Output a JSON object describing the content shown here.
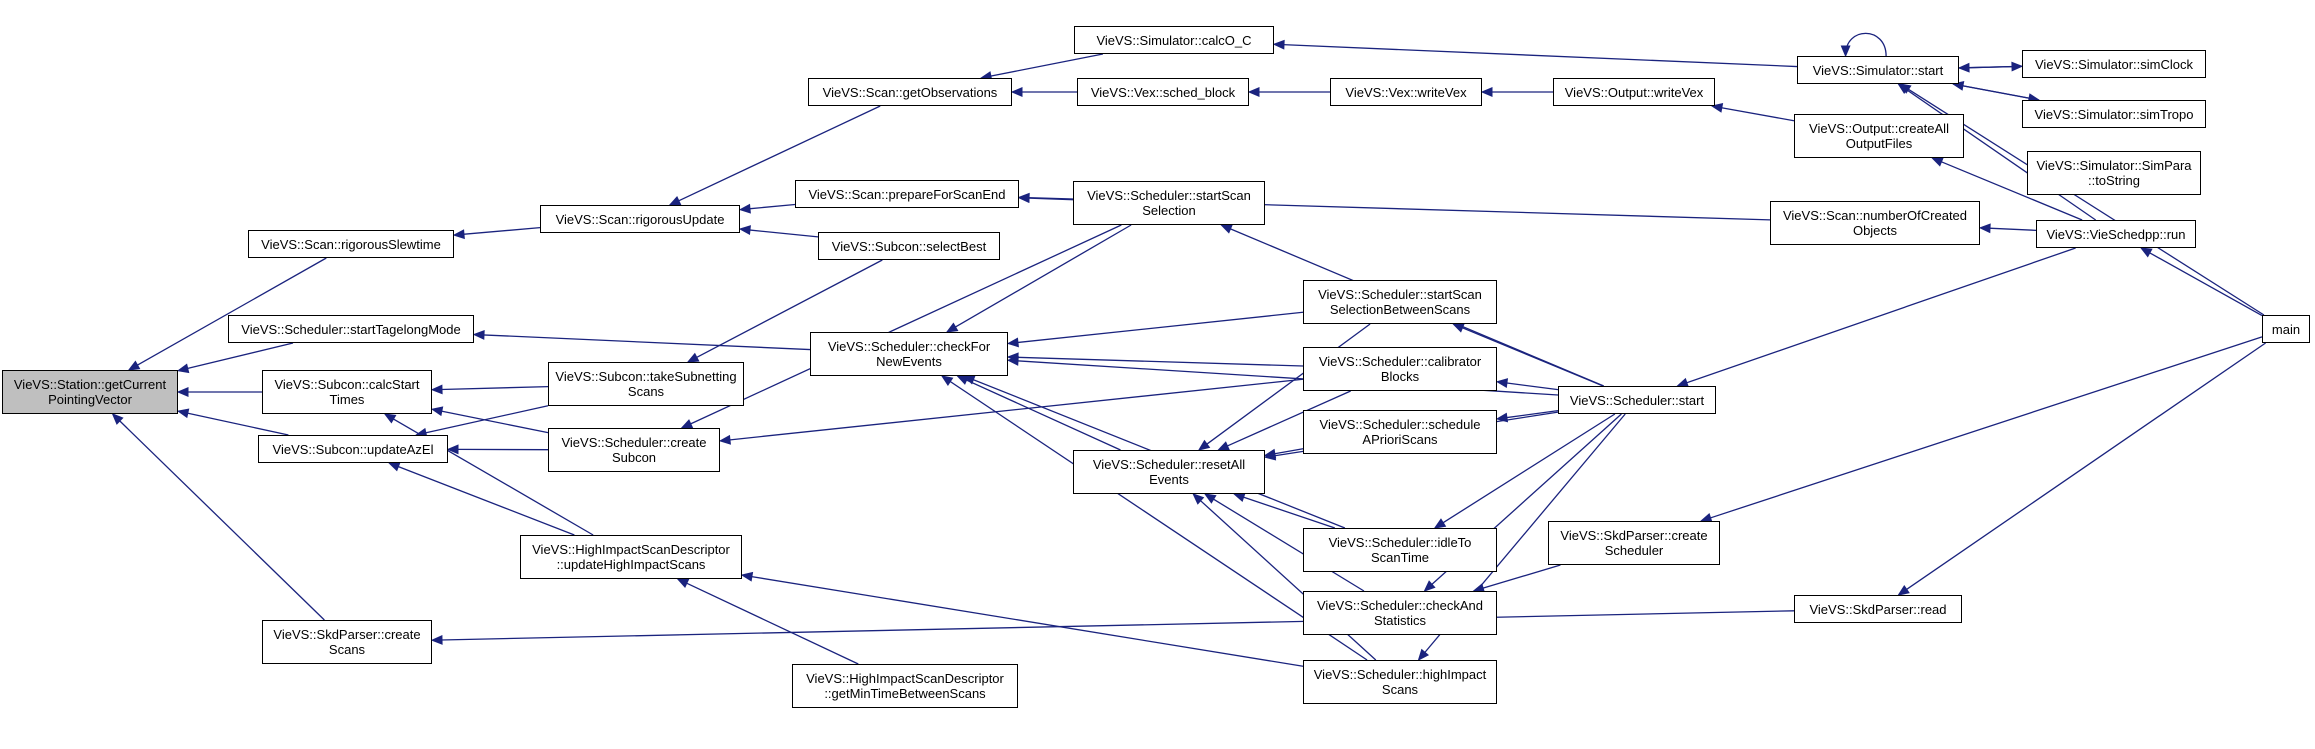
{
  "graph": {
    "edge_color": "#1a237e",
    "root_fill": "#bfbfbf",
    "nodes": [
      {
        "id": "root",
        "label": "VieVS::Station::getCurrent\nPointingVector",
        "root": true
      },
      {
        "id": "rigorousSlewtime",
        "label": "VieVS::Scan::rigorousSlewtime"
      },
      {
        "id": "startTagelong",
        "label": "VieVS::Scheduler::startTagelongMode"
      },
      {
        "id": "calcStartTimes",
        "label": "VieVS::Subcon::calcStart\nTimes"
      },
      {
        "id": "updateAzEl",
        "label": "VieVS::Subcon::updateAzEl"
      },
      {
        "id": "skdCreateScans",
        "label": "VieVS::SkdParser::create\nScans"
      },
      {
        "id": "rigorousUpdate",
        "label": "VieVS::Scan::rigorousUpdate"
      },
      {
        "id": "takeSubnetting",
        "label": "VieVS::Subcon::takeSubnetting\nScans"
      },
      {
        "id": "createSubcon",
        "label": "VieVS::Scheduler::create\nSubcon"
      },
      {
        "id": "updateHighImpact",
        "label": "VieVS::HighImpactScanDescriptor\n::updateHighImpactScans"
      },
      {
        "id": "getObservations",
        "label": "VieVS::Scan::getObservations"
      },
      {
        "id": "prepareForScanEnd",
        "label": "VieVS::Scan::prepareForScanEnd"
      },
      {
        "id": "selectBest",
        "label": "VieVS::Subcon::selectBest"
      },
      {
        "id": "checkForNewEvents",
        "label": "VieVS::Scheduler::checkFor\nNewEvents"
      },
      {
        "id": "resetAllEvents",
        "label": "VieVS::Scheduler::resetAll\nEvents"
      },
      {
        "id": "getMinTime",
        "label": "VieVS::HighImpactScanDescriptor\n::getMinTimeBetweenScans"
      },
      {
        "id": "calcO_C",
        "label": "VieVS::Simulator::calcO_C"
      },
      {
        "id": "schedBlock",
        "label": "VieVS::Vex::sched_block"
      },
      {
        "id": "startScanSelection",
        "label": "VieVS::Scheduler::startScan\nSelection"
      },
      {
        "id": "startScanBetween",
        "label": "VieVS::Scheduler::startScan\nSelectionBetweenScans"
      },
      {
        "id": "calibratorBlocks",
        "label": "VieVS::Scheduler::calibrator\nBlocks"
      },
      {
        "id": "scheduleApriori",
        "label": "VieVS::Scheduler::schedule\nAPrioriScans"
      },
      {
        "id": "idleTo",
        "label": "VieVS::Scheduler::idleTo\nScanTime"
      },
      {
        "id": "checkAndStatistics",
        "label": "VieVS::Scheduler::checkAnd\nStatistics"
      },
      {
        "id": "highImpactScans",
        "label": "VieVS::Scheduler::highImpact\nScans"
      },
      {
        "id": "writeVex",
        "label": "VieVS::Vex::writeVex"
      },
      {
        "id": "outputWriteVex",
        "label": "VieVS::Output::writeVex"
      },
      {
        "id": "schedulerStart",
        "label": "VieVS::Scheduler::start"
      },
      {
        "id": "skdCreateScheduler",
        "label": "VieVS::SkdParser::create\nScheduler"
      },
      {
        "id": "skdRead",
        "label": "VieVS::SkdParser::read"
      },
      {
        "id": "simulatorStart",
        "label": "VieVS::Simulator::start"
      },
      {
        "id": "createAllOutputFiles",
        "label": "VieVS::Output::createAll\nOutputFiles"
      },
      {
        "id": "numberOfCreated",
        "label": "VieVS::Scan::numberOfCreated\nObjects"
      },
      {
        "id": "simClock",
        "label": "VieVS::Simulator::simClock"
      },
      {
        "id": "simTropo",
        "label": "VieVS::Simulator::simTropo"
      },
      {
        "id": "simParaToString",
        "label": "VieVS::Simulator::SimPara\n::toString"
      },
      {
        "id": "vieSchedppRun",
        "label": "VieVS::VieSchedpp::run"
      },
      {
        "id": "main",
        "label": "main"
      }
    ],
    "edges": [
      [
        "rigorousSlewtime",
        "root"
      ],
      [
        "startTagelong",
        "root"
      ],
      [
        "calcStartTimes",
        "root"
      ],
      [
        "updateAzEl",
        "root"
      ],
      [
        "skdCreateScans",
        "root"
      ],
      [
        "rigorousUpdate",
        "rigorousSlewtime"
      ],
      [
        "checkForNewEvents",
        "startTagelong"
      ],
      [
        "takeSubnetting",
        "calcStartTimes"
      ],
      [
        "createSubcon",
        "calcStartTimes"
      ],
      [
        "updateHighImpact",
        "calcStartTimes"
      ],
      [
        "takeSubnetting",
        "updateAzEl"
      ],
      [
        "createSubcon",
        "updateAzEl"
      ],
      [
        "updateHighImpact",
        "updateAzEl"
      ],
      [
        "skdRead",
        "skdCreateScans"
      ],
      [
        "getObservations",
        "rigorousUpdate"
      ],
      [
        "prepareForScanEnd",
        "rigorousUpdate"
      ],
      [
        "selectBest",
        "rigorousUpdate"
      ],
      [
        "selectBest",
        "takeSubnetting"
      ],
      [
        "startScanSelection",
        "createSubcon"
      ],
      [
        "calibratorBlocks",
        "createSubcon"
      ],
      [
        "getMinTime",
        "updateHighImpact"
      ],
      [
        "highImpactScans",
        "updateHighImpact"
      ],
      [
        "calcO_C",
        "getObservations"
      ],
      [
        "schedBlock",
        "getObservations"
      ],
      [
        "startScanSelection",
        "prepareForScanEnd"
      ],
      [
        "numberOfCreated",
        "prepareForScanEnd"
      ],
      [
        "startScanSelection",
        "checkForNewEvents"
      ],
      [
        "startScanBetween",
        "checkForNewEvents"
      ],
      [
        "calibratorBlocks",
        "checkForNewEvents"
      ],
      [
        "resetAllEvents",
        "checkForNewEvents"
      ],
      [
        "idleTo",
        "checkForNewEvents"
      ],
      [
        "highImpactScans",
        "checkForNewEvents"
      ],
      [
        "schedulerStart",
        "checkForNewEvents"
      ],
      [
        "startScanBetween",
        "resetAllEvents"
      ],
      [
        "calibratorBlocks",
        "resetAllEvents"
      ],
      [
        "scheduleApriori",
        "resetAllEvents"
      ],
      [
        "idleTo",
        "resetAllEvents"
      ],
      [
        "checkAndStatistics",
        "resetAllEvents"
      ],
      [
        "highImpactScans",
        "resetAllEvents"
      ],
      [
        "schedulerStart",
        "resetAllEvents"
      ],
      [
        "simulatorStart",
        "calcO_C"
      ],
      [
        "writeVex",
        "schedBlock"
      ],
      [
        "schedulerStart",
        "startScanSelection"
      ],
      [
        "schedulerStart",
        "startScanBetween"
      ],
      [
        "schedulerStart",
        "calibratorBlocks"
      ],
      [
        "schedulerStart",
        "scheduleApriori"
      ],
      [
        "schedulerStart",
        "idleTo"
      ],
      [
        "schedulerStart",
        "checkAndStatistics"
      ],
      [
        "schedulerStart",
        "highImpactScans"
      ],
      [
        "outputWriteVex",
        "writeVex"
      ],
      [
        "createAllOutputFiles",
        "outputWriteVex"
      ],
      [
        "vieSchedppRun",
        "schedulerStart"
      ],
      [
        "skdCreateScheduler",
        "checkAndStatistics"
      ],
      [
        "main",
        "skdCreateScheduler"
      ],
      [
        "main",
        "skdRead"
      ],
      [
        "simulatorStart",
        "simulatorStart"
      ],
      [
        "main",
        "simulatorStart"
      ],
      [
        "vieSchedppRun",
        "simulatorStart"
      ],
      [
        "simClock",
        "simulatorStart"
      ],
      [
        "simTropo",
        "simulatorStart"
      ],
      [
        "simulatorStart",
        "simClock"
      ],
      [
        "simulatorStart",
        "simTropo"
      ],
      [
        "vieSchedppRun",
        "createAllOutputFiles"
      ],
      [
        "vieSchedppRun",
        "numberOfCreated"
      ],
      [
        "main",
        "vieSchedppRun"
      ]
    ]
  }
}
